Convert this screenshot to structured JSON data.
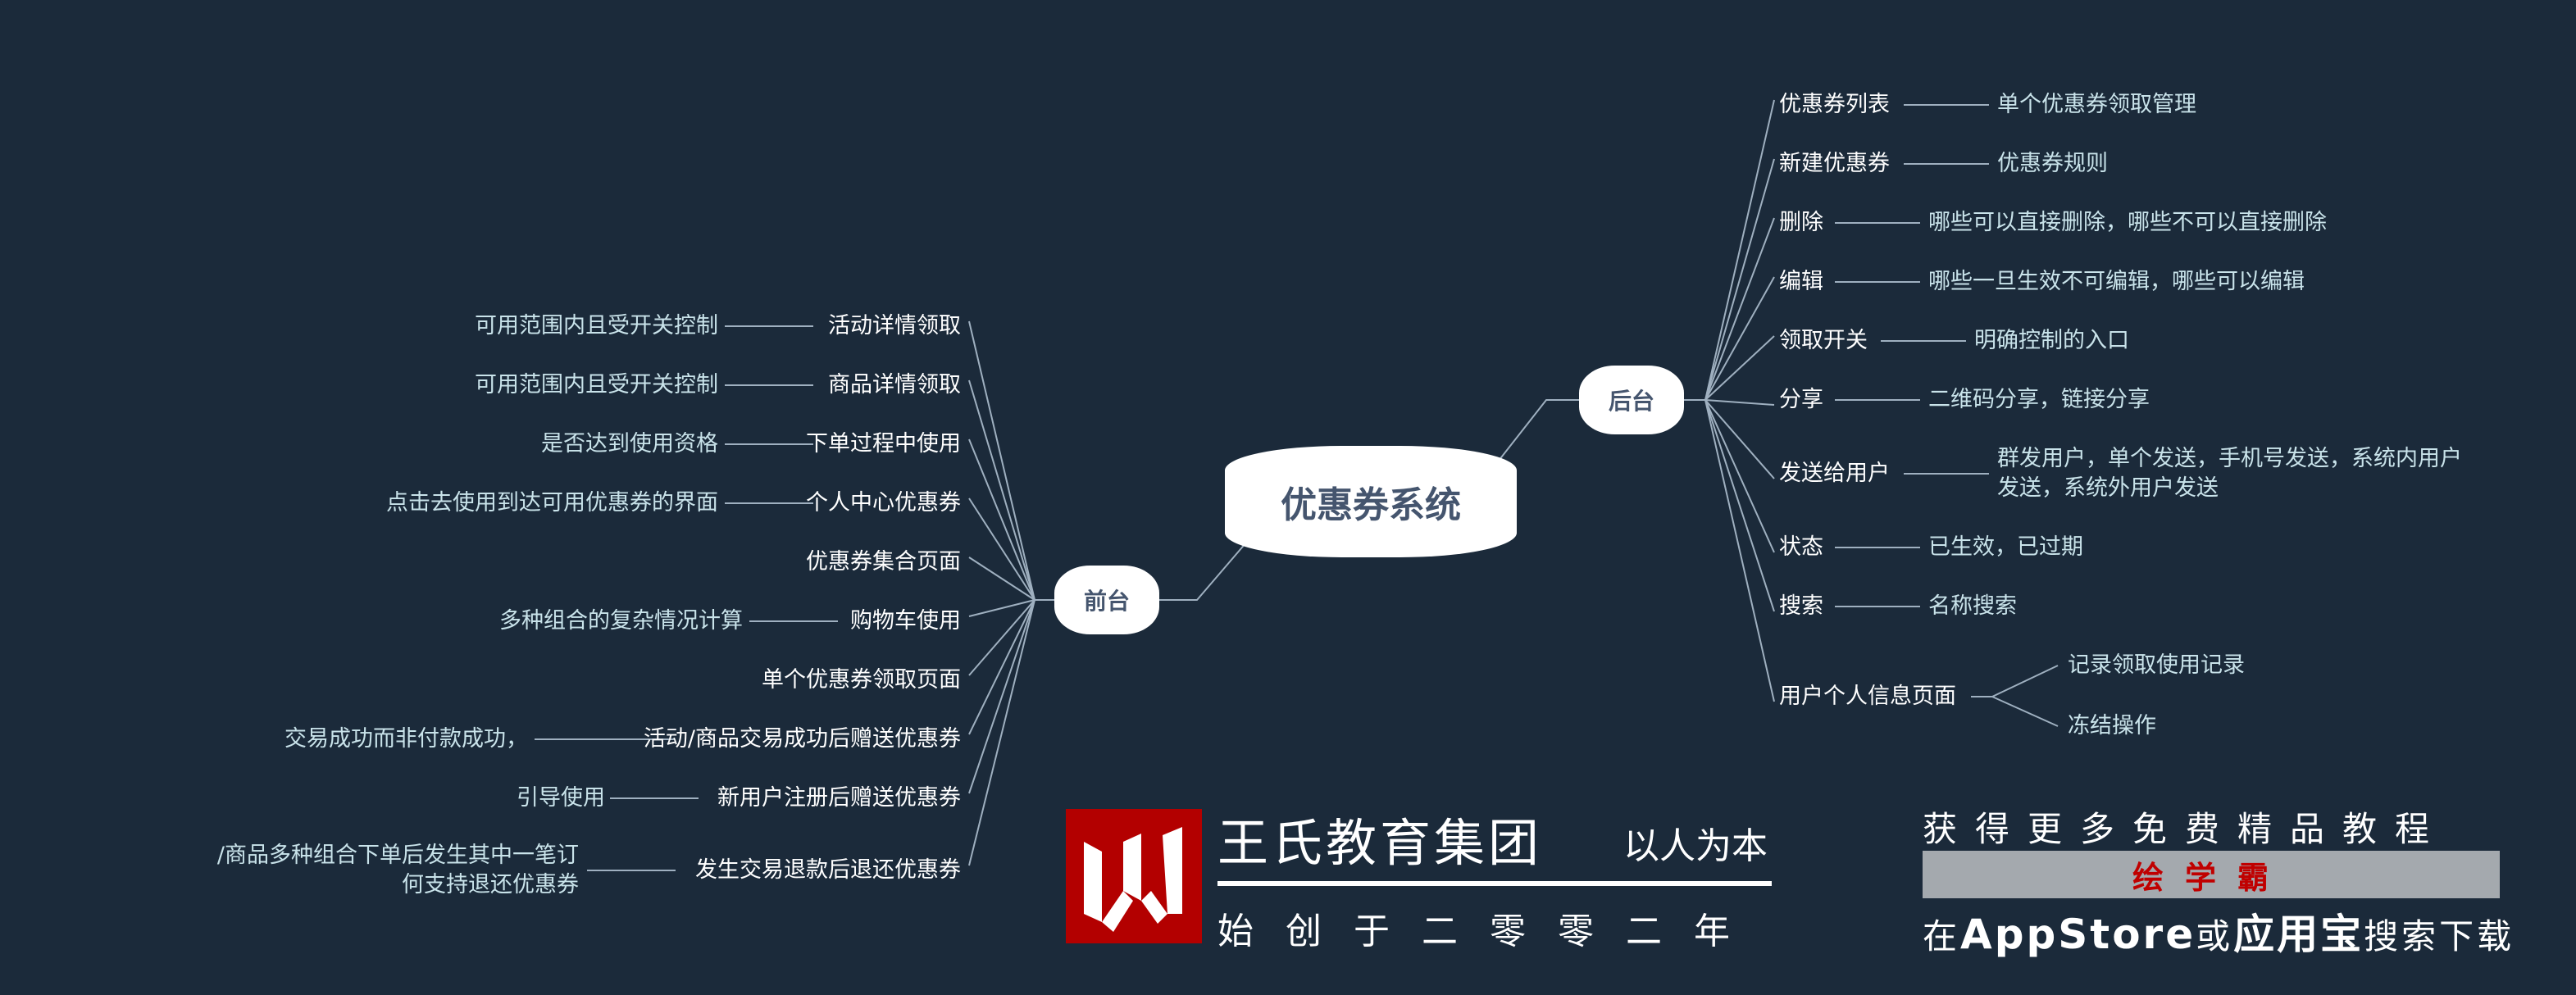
{
  "center": "优惠券系统",
  "frontend": {
    "label": "前台",
    "items": [
      {
        "label": "活动详情领取",
        "detail": "可用范围内且受开关控制"
      },
      {
        "label": "商品详情领取",
        "detail": "可用范围内且受开关控制"
      },
      {
        "label": "下单过程中使用",
        "detail": "是否达到使用资格"
      },
      {
        "label": "个人中心优惠券",
        "detail": "点击去使用到达可用优惠券的界面"
      },
      {
        "label": "优惠券集合页面"
      },
      {
        "label": "购物车使用",
        "detail": "多种组合的复杂情况计算"
      },
      {
        "label": "单个优惠券领取页面"
      },
      {
        "label": "活动/商品交易成功后赠送优惠券",
        "detail": "交易成功而非付款成功，"
      },
      {
        "label": "新用户注册后赠送优惠券",
        "detail": "引导使用"
      },
      {
        "label": "发生交易退款后退还优惠券",
        "detail_line1": "/商品多种组合下单后发生其中一笔订",
        "detail_line2": "何支持退还优惠券"
      }
    ]
  },
  "backend": {
    "label": "后台",
    "items": [
      {
        "label": "优惠券列表",
        "detail": "单个优惠券领取管理"
      },
      {
        "label": "新建优惠券",
        "detail": "优惠券规则"
      },
      {
        "label": "删除",
        "detail": "哪些可以直接删除，哪些不可以直接删除"
      },
      {
        "label": "编辑",
        "detail": "哪些一旦生效不可编辑，哪些可以编辑"
      },
      {
        "label": "领取开关",
        "detail": "明确控制的入口"
      },
      {
        "label": "分享",
        "detail": "二维码分享，链接分享"
      },
      {
        "label": "发送给用户",
        "detail_line1": "群发用户，单个发送，手机号发送，系统内用户",
        "detail_line2": "发送，系统外用户发送"
      },
      {
        "label": "状态",
        "detail": "已生效，已过期"
      },
      {
        "label": "搜索",
        "detail": "名称搜索"
      },
      {
        "label": "用户个人信息页面",
        "details": [
          "记录领取使用记录",
          "冻结操作"
        ]
      }
    ]
  },
  "watermark": {
    "brand": "王氏教育集团",
    "motto": "以人为本",
    "founded": "始创于二零零二年",
    "logo_letter": "W"
  },
  "promo": {
    "line1": "获得更多免费精品教程",
    "app_name": "绘学霸",
    "line3_a": "在",
    "line3_b": "AppStore",
    "line3_c": "或",
    "line3_d": "应用宝",
    "line3_e": "搜索下载"
  },
  "colors": {
    "background": "#1b2a3a",
    "line": "#9fb0c0",
    "leaf_text": "#c9e3ea",
    "node_text": "#45556e",
    "logo_red": "#b30000"
  }
}
